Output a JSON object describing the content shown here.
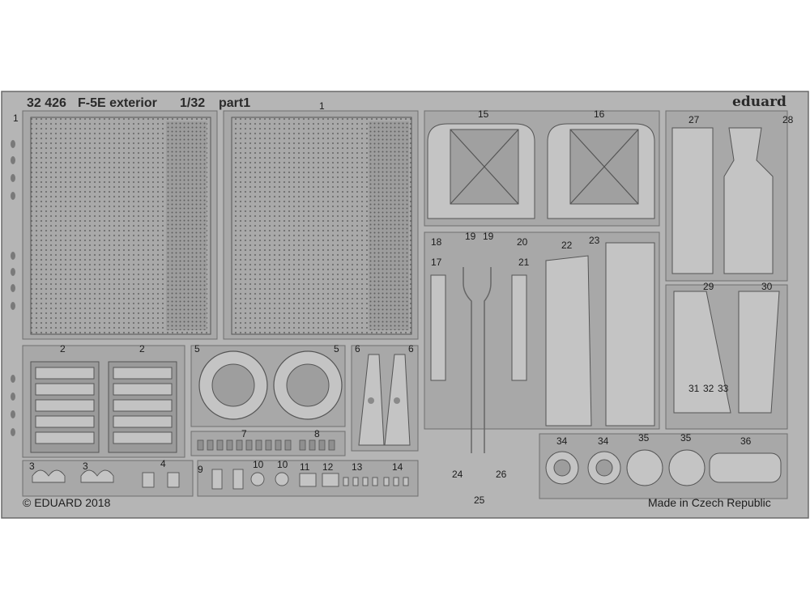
{
  "header": {
    "set_number": "32 426",
    "set_name": "F-5E exterior",
    "scale": "1/32",
    "part": "part1",
    "brand": "eduard"
  },
  "footer": {
    "copyright": "© EDUARD 2018",
    "origin": "Made in Czech Republic"
  },
  "part_numbers": {
    "p1a": "1",
    "p1b": "1",
    "p2a": "2",
    "p2b": "2",
    "p3a": "3",
    "p3b": "3",
    "p4": "4",
    "p5a": "5",
    "p5b": "5",
    "p6a": "6",
    "p6b": "6",
    "p7": "7",
    "p8": "8",
    "p9": "9",
    "p10a": "10",
    "p10b": "10",
    "p11": "11",
    "p12": "12",
    "p13": "13",
    "p14": "14",
    "p15": "15",
    "p16": "16",
    "p17": "17",
    "p18": "18",
    "p19a": "19",
    "p19b": "19",
    "p20": "20",
    "p21": "21",
    "p22": "22",
    "p23": "23",
    "p24": "24",
    "p25": "25",
    "p26": "26",
    "p27": "27",
    "p28": "28",
    "p29": "29",
    "p30": "30",
    "p31": "31",
    "p32": "32",
    "p33": "33",
    "p34a": "34",
    "p34b": "34",
    "p35a": "35",
    "p35b": "35",
    "p36": "36"
  },
  "colors": {
    "fret": "#b5b5b5",
    "etch": "#8f8f8f",
    "line": "#5a5a5a",
    "text": "#1c1c1c"
  }
}
